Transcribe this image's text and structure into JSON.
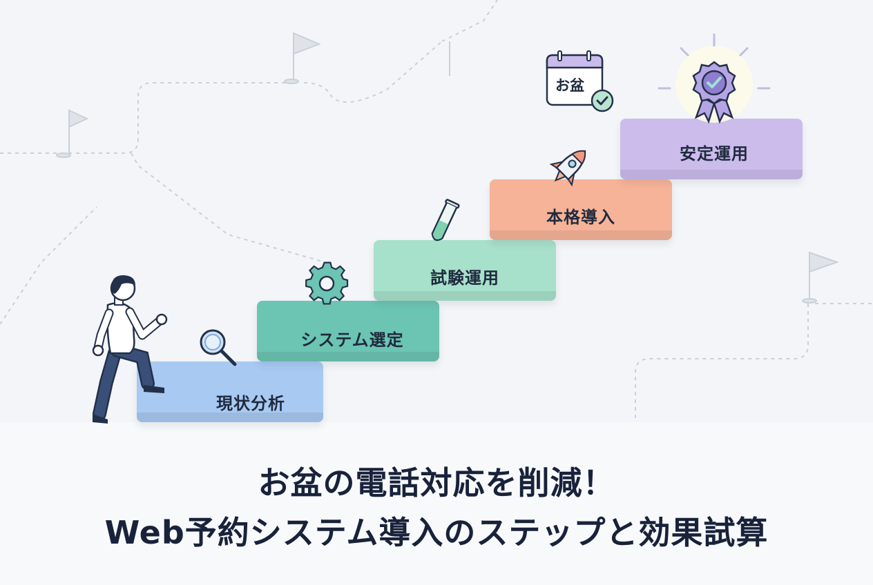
{
  "steps": [
    {
      "label": "現状分析",
      "color": "#a8c9f2",
      "icon": "magnifier-icon"
    },
    {
      "label": "システム選定",
      "color": "#6cc4b3",
      "icon": "gear-icon"
    },
    {
      "label": "試験運用",
      "color": "#a7e0cb",
      "icon": "test-tube-icon"
    },
    {
      "label": "本格導入",
      "color": "#f6b398",
      "icon": "rocket-icon"
    },
    {
      "label": "安定運用",
      "color": "#cbbcec",
      "icon": "award-badge-icon"
    }
  ],
  "calendar": {
    "text": "お盆",
    "icon": "calendar-check-icon"
  },
  "headline": {
    "line1": "お盆の電話対応を削減！",
    "line2": "Web予約システム導入のステップと効果試算"
  },
  "colors": {
    "text": "#18223a",
    "background": "#f3f5f8"
  }
}
